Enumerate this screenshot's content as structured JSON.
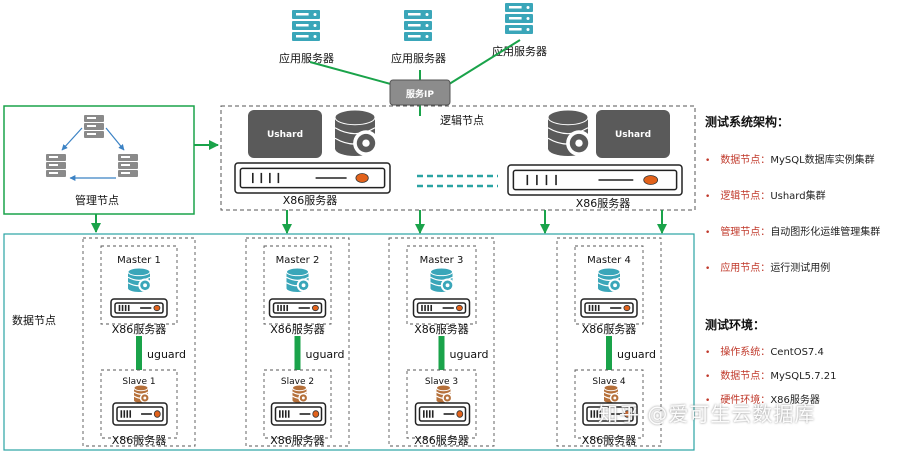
{
  "app_servers": [
    {
      "label": "应用服务器"
    },
    {
      "label": "应用服务器"
    },
    {
      "label": "应用服务器"
    }
  ],
  "service_ip": "服务IP",
  "logic_node_label": "逻辑节点",
  "ushard": "Ushard",
  "x86_server": "X86服务器",
  "mgmt_node_label": "管理节点",
  "data_node_label": "数据节点",
  "uguard": "uguard",
  "groups": [
    {
      "master": "Master 1",
      "slave": "Slave 1"
    },
    {
      "master": "Master 2",
      "slave": "Slave 2"
    },
    {
      "master": "Master 3",
      "slave": "Slave 3"
    },
    {
      "master": "Master 4",
      "slave": "Slave 4"
    }
  ],
  "sidebar": {
    "arch_title": "测试系统架构：",
    "arch_items": [
      {
        "key": "数据节点：",
        "value": "MySQL数据库实例集群"
      },
      {
        "key": "逻辑节点：",
        "value": "Ushard集群"
      },
      {
        "key": "管理节点：",
        "value": "自动图形化运维管理集群"
      },
      {
        "key": "应用节点：",
        "value": "运行测试用例"
      }
    ],
    "env_title": "测试环境：",
    "env_items": [
      {
        "key": "操作系统：",
        "value": "CentOS7.4"
      },
      {
        "key": "数据节点：",
        "value": "MySQL5.7.21"
      },
      {
        "key": "硬件环境：",
        "value": "X86服务器"
      }
    ],
    "bullet": "•"
  },
  "watermark": "知乎 @爱可生云数据库",
  "colors": {
    "green": "#1aa34a",
    "teal": "#2aa3a3",
    "server_blue": "#3aa6b9",
    "slave_brown": "#b5703a",
    "dark_gray": "#5a5a5a",
    "accent_red": "#c0392b"
  }
}
